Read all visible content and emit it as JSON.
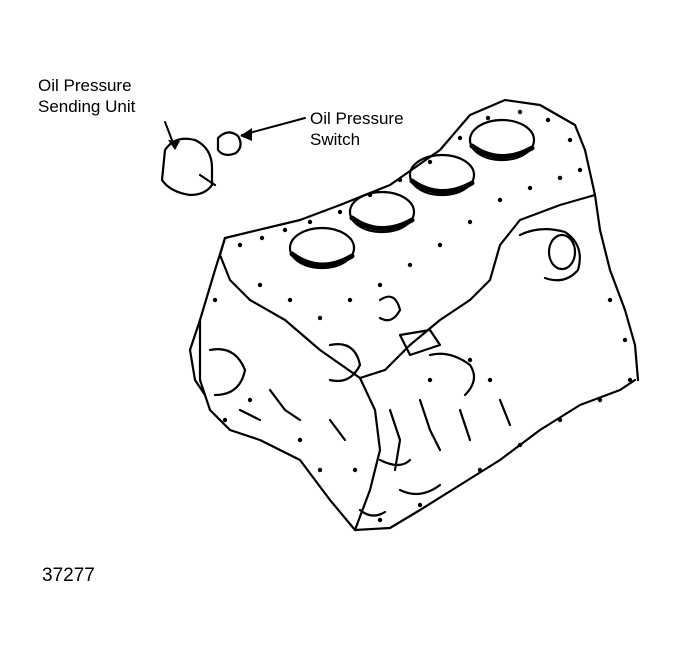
{
  "labels": {
    "sending_unit": [
      "Oil Pressure",
      "Sending Unit"
    ],
    "switch": [
      "Oil Pressure",
      "Switch"
    ]
  },
  "figure_number": "37277",
  "colors": {
    "ink": "#000000",
    "paper": "#ffffff"
  }
}
